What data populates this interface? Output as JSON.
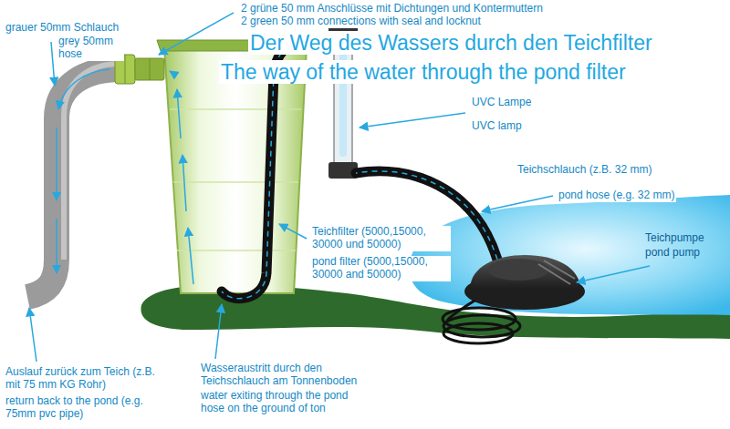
{
  "diagram": {
    "title": "Der Weg des Wassers durch den Teichfilter",
    "labels": [
      "2 grüne 50 mm Anschlüsse mit Dichtungen und Kontermuttern",
      "2 green 50 mm connections with seal and locknut",
      "grauer 50mm Schlauch",
      "grey 50mm hose",
      "The way of the water through the pond filter",
      "UVC Lampe",
      "UVC lamp",
      "Teichschlauch (z.B. 32 mm)",
      "pond hose (e.g. 32 mm)",
      "Teichfilter (5000,15000, 30000 und 50000)",
      "pond filter (5000,15000, 30000 and 50000)",
      "Teichpumpe",
      "pond pump",
      "Auslauf zurück zum Teich (z.B. mit 75 mm KG Rohr)",
      "return back to the pond (e.g. 75mm pvc pipe)",
      "Wasseraustritt durch den Teichschlauch am Tonnenboden",
      "water exiting through the pond hose on the ground of ton"
    ]
  }
}
